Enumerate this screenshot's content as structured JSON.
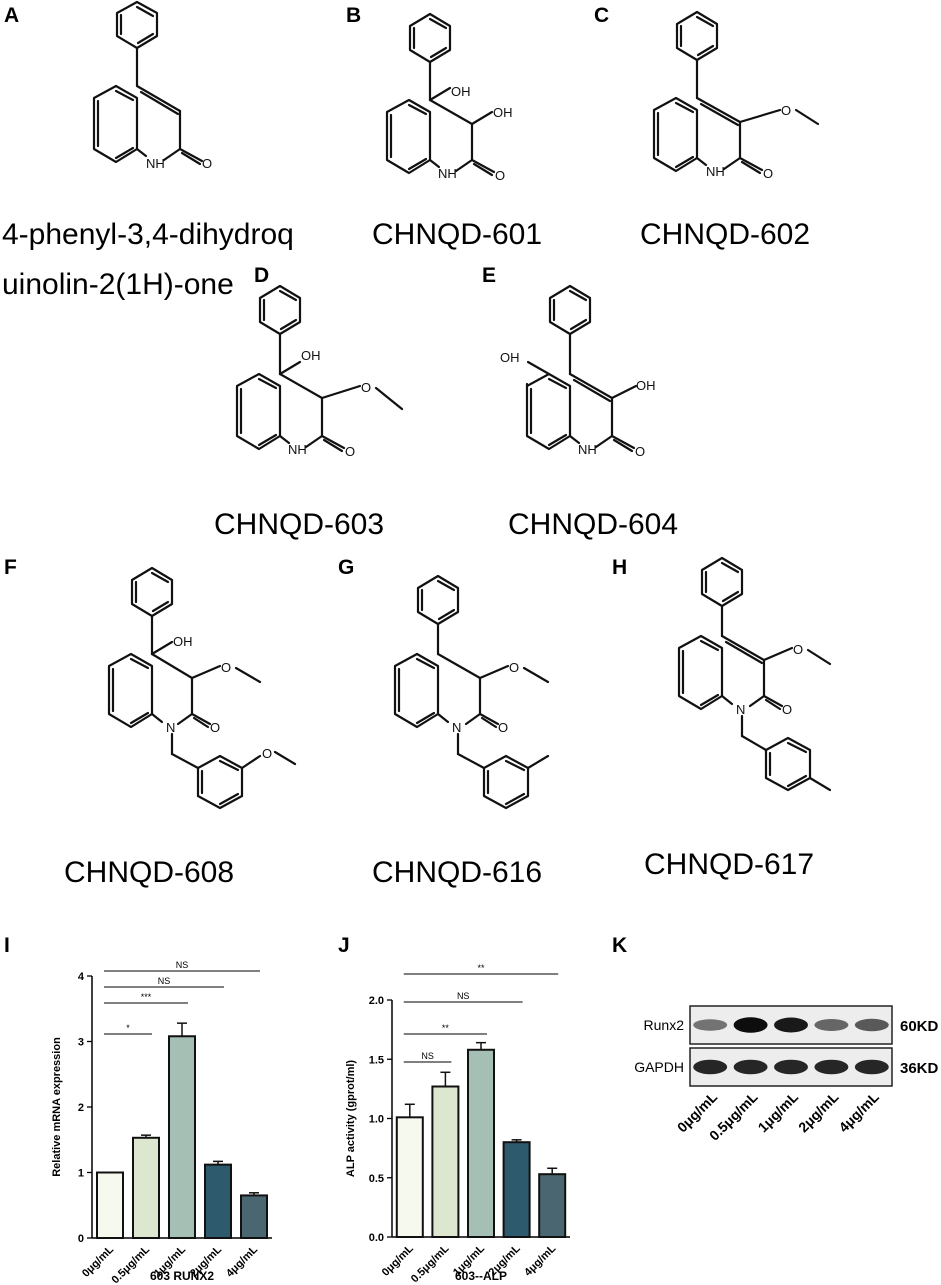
{
  "panels": {
    "A": {
      "label": "A",
      "name_line1": "4-phenyl-3,4-dihydroq",
      "name_line2": "uinolin-2(1H)-one"
    },
    "B": {
      "label": "B",
      "name": "CHNQD-601"
    },
    "C": {
      "label": "C",
      "name": "CHNQD-602"
    },
    "D": {
      "label": "D",
      "name": "CHNQD-603"
    },
    "E": {
      "label": "E",
      "name": "CHNQD-604"
    },
    "F": {
      "label": "F",
      "name": "CHNQD-608"
    },
    "G": {
      "label": "G",
      "name": "CHNQD-616"
    },
    "H": {
      "label": "H",
      "name": "CHNQD-617"
    },
    "I": {
      "label": "I"
    },
    "J": {
      "label": "J"
    },
    "K": {
      "label": "K"
    }
  },
  "atoms": {
    "NH": "NH",
    "N": "N",
    "O": "O",
    "OH": "OH"
  },
  "chart_data": [
    {
      "type": "bar",
      "panel": "I",
      "categories": [
        "0μg/mL",
        "0.5μg/mL",
        "1μg/mL",
        "2μg/mL",
        "4μg/mL"
      ],
      "values": [
        1.0,
        1.53,
        3.08,
        1.12,
        0.65
      ],
      "errors": [
        0.0,
        0.04,
        0.2,
        0.05,
        0.04
      ],
      "colors": [
        "#f6f9ee",
        "#dde7cf",
        "#a6bfb4",
        "#2e5a6d",
        "#4a6670"
      ],
      "ylabel": "Relative mRNA expression",
      "xlabel": "603    RUNX2",
      "ylim": [
        0,
        4
      ],
      "yticks": [
        0,
        1,
        2,
        3,
        4
      ],
      "significance": [
        {
          "from": 0,
          "to": 1,
          "label": "*"
        },
        {
          "from": 0,
          "to": 2,
          "label": "***"
        },
        {
          "from": 0,
          "to": 3,
          "label": "NS"
        },
        {
          "from": 0,
          "to": 4,
          "label": "NS"
        }
      ]
    },
    {
      "type": "bar",
      "panel": "J",
      "categories": [
        "0μg/mL",
        "0.5μg/mL",
        "1μg/mL",
        "2μg/mL",
        "4μg/mL"
      ],
      "values": [
        1.01,
        1.27,
        1.58,
        0.8,
        0.53
      ],
      "errors": [
        0.11,
        0.12,
        0.06,
        0.02,
        0.05
      ],
      "colors": [
        "#f6f9ee",
        "#dde7cf",
        "#a6bfb4",
        "#2e5a6d",
        "#4a6670"
      ],
      "ylabel": "ALP activity (gprot/ml)",
      "xlabel": "603--ALP",
      "ylim": [
        0,
        2.0
      ],
      "yticks": [
        "0.0",
        "0.5",
        "1.0",
        "1.5",
        "2.0"
      ],
      "significance": [
        {
          "from": 0,
          "to": 1,
          "label": "NS"
        },
        {
          "from": 0,
          "to": 2,
          "label": "**"
        },
        {
          "from": 0,
          "to": 3,
          "label": "NS"
        },
        {
          "from": 0,
          "to": 4,
          "label": "**"
        }
      ]
    }
  ],
  "western_blot": {
    "rows": [
      {
        "protein": "Runx2",
        "size": "60KD",
        "intensity": [
          0.55,
          0.95,
          0.9,
          0.6,
          0.65
        ]
      },
      {
        "protein": "GAPDH",
        "size": "36KD",
        "intensity": [
          0.85,
          0.85,
          0.85,
          0.85,
          0.85
        ]
      }
    ],
    "lanes": [
      "0μg/mL",
      "0.5μg/mL",
      "1μg/mL",
      "2μg/mL",
      "4μg/mL"
    ]
  }
}
